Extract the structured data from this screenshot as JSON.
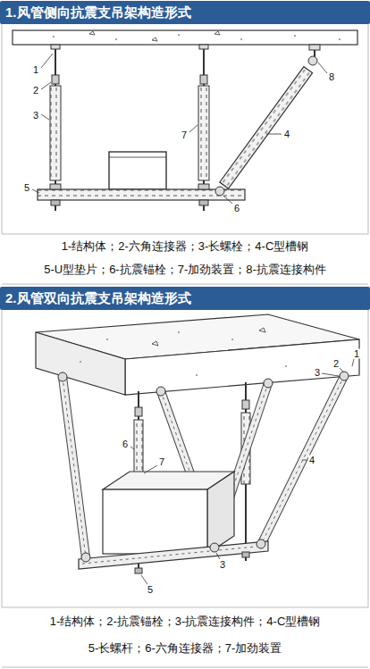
{
  "diagram": {
    "nodes": [
      {
        "text": [
          "1.风管侧向抗震支吊架构造形式"
        ]
      },
      {
        "text": [
          "2.风管双向抗震支吊架构造形式"
        ]
      }
    ],
    "labels": [
      "1",
      "2",
      "3",
      "7",
      "5",
      "8",
      "4",
      "6",
      "1-结构体；2-六角连接器；3-长螺栓；4-C型槽钢",
      "5-U型垫片；6-抗震锚栓；7-加劲装置；8-抗震连接构件",
      "1",
      "2",
      "3",
      "4",
      "6",
      "7",
      "3",
      "5",
      "1-结构体；2-抗震锚栓；3-抗震连接构件；4-C型槽钢",
      "5-长螺杆；6-六角连接器；7-加劲装置"
    ]
  }
}
